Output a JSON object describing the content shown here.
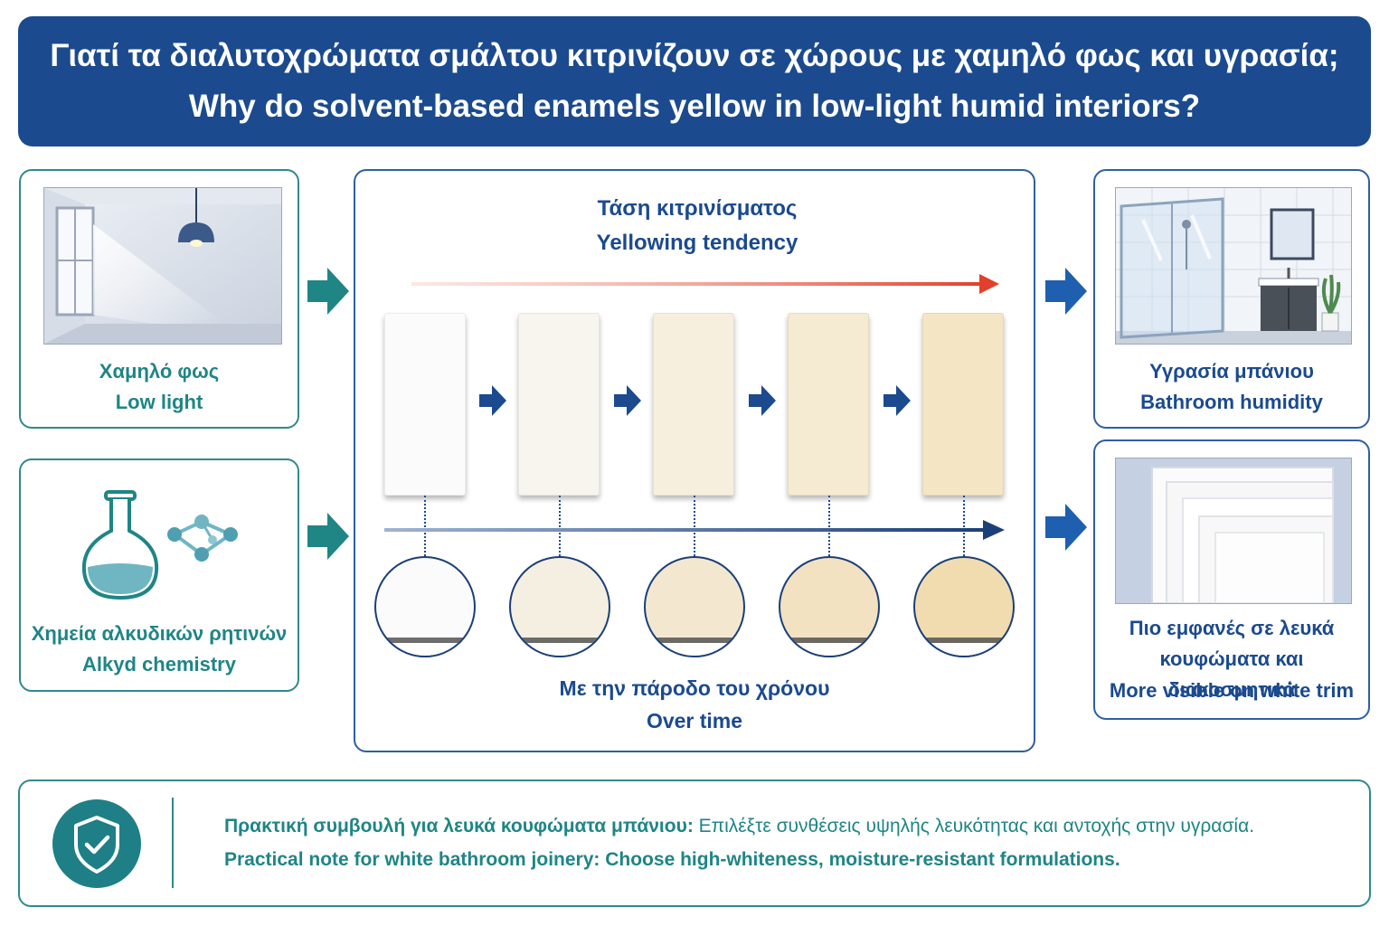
{
  "header": {
    "title_greek": "Γιατί τα διαλυτοχρώματα σμάλτου κιτρινίζουν σε χώρους με χαμηλό φως και υγρασία;",
    "title_english": "Why do solvent-based enamels yellow in low-light humid interiors?"
  },
  "left_cards": [
    {
      "label_greek": "Χαμηλό φως",
      "label_english": "Low light",
      "icon": "room-with-lamp-icon"
    },
    {
      "label_greek": "Χημεία αλκυδικών ρητινών",
      "label_english": "Alkyd chemistry",
      "icon": "flask-molecule-icon"
    }
  ],
  "center": {
    "top_label_greek": "Τάση κιτρινίσματος",
    "top_label_english": "Yellowing tendency",
    "bottom_label_greek": "Με την πάροδο του χρόνου",
    "bottom_label_english": "Over time",
    "swatch_colors": [
      "#fbfbfc",
      "#f8f5ee",
      "#f6efde",
      "#f5ead2",
      "#f4e5c4"
    ],
    "circle_colors": [
      "#fbfbfb",
      "#f5efe1",
      "#f3e8cf",
      "#f2e2c1",
      "#f1dcb0"
    ]
  },
  "right_cards": [
    {
      "label_greek": "Υγρασία μπάνιου",
      "label_english": "Bathroom humidity",
      "icon": "bathroom-icon"
    },
    {
      "label_greek_1": "Πιο εμφανές σε λευκά",
      "label_greek_2": "κουφώματα και διακοσμητικά",
      "label_english": "More visible on white trim",
      "icon": "white-door-trim-icon"
    }
  ],
  "footer": {
    "greek_bold": "Πρακτική συμβουλή για λευκά κουφώματα μπάνιου:",
    "greek_rest": " Επιλέξτε συνθέσεις υψηλής λευκότητας και αντοχής στην υγρασία.",
    "english_bold": "Practical note for white bathroom joinery:",
    "english_rest": " Choose high-whiteness, moisture-resistant formulations.",
    "icon": "shield-check-icon"
  },
  "colors": {
    "navy": "#1b4a8e",
    "teal": "#1f8585",
    "red_arrow": "#e2402a"
  }
}
